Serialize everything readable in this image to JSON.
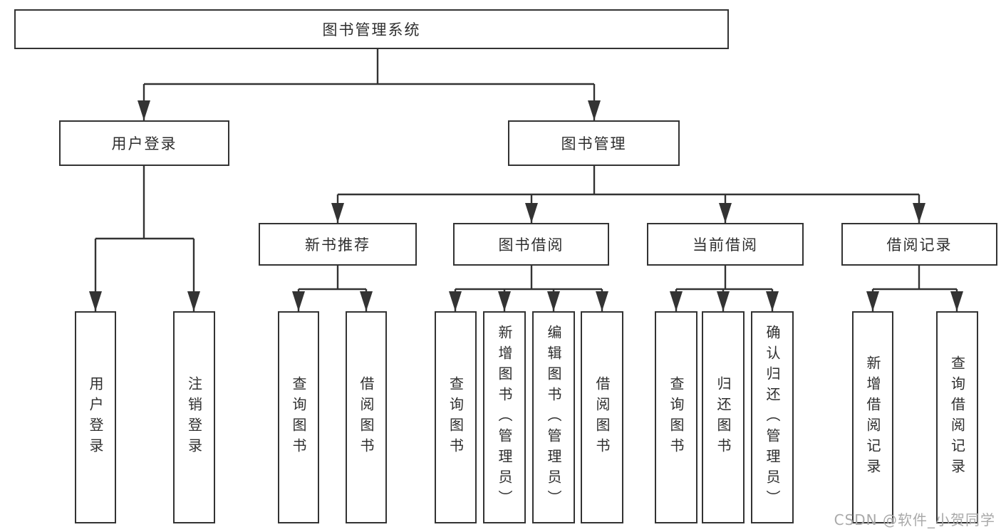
{
  "diagram": {
    "type": "hierarchy-tree",
    "colors": {
      "line": "#333333",
      "box_border": "#333333",
      "box_fill": "#ffffff",
      "text": "#2e2e2e",
      "background": "#ffffff",
      "watermark": "#a9a9a9"
    },
    "tree": {
      "root": {
        "label": "图书管理系统",
        "children": [
          {
            "label": "用户登录",
            "children": [
              {
                "label": "用户登录"
              },
              {
                "label": "注销登录"
              }
            ]
          },
          {
            "label": "图书管理",
            "children": [
              {
                "label": "新书推荐",
                "children": [
                  {
                    "label": "查询图书"
                  },
                  {
                    "label": "借阅图书"
                  }
                ]
              },
              {
                "label": "图书借阅",
                "children": [
                  {
                    "label": "查询图书"
                  },
                  {
                    "label": "新增图书（管理员）"
                  },
                  {
                    "label": "编辑图书（管理员）"
                  },
                  {
                    "label": "借阅图书"
                  }
                ]
              },
              {
                "label": "当前借阅",
                "children": [
                  {
                    "label": "查询图书"
                  },
                  {
                    "label": "归还图书"
                  },
                  {
                    "label": "确认归还（管理员）"
                  }
                ]
              },
              {
                "label": "借阅记录",
                "children": [
                  {
                    "label": "新增借阅记录"
                  },
                  {
                    "label": "查询借阅记录"
                  }
                ]
              }
            ]
          }
        ]
      }
    }
  },
  "watermark": {
    "text": "CSDN @软件_小贺同学"
  }
}
